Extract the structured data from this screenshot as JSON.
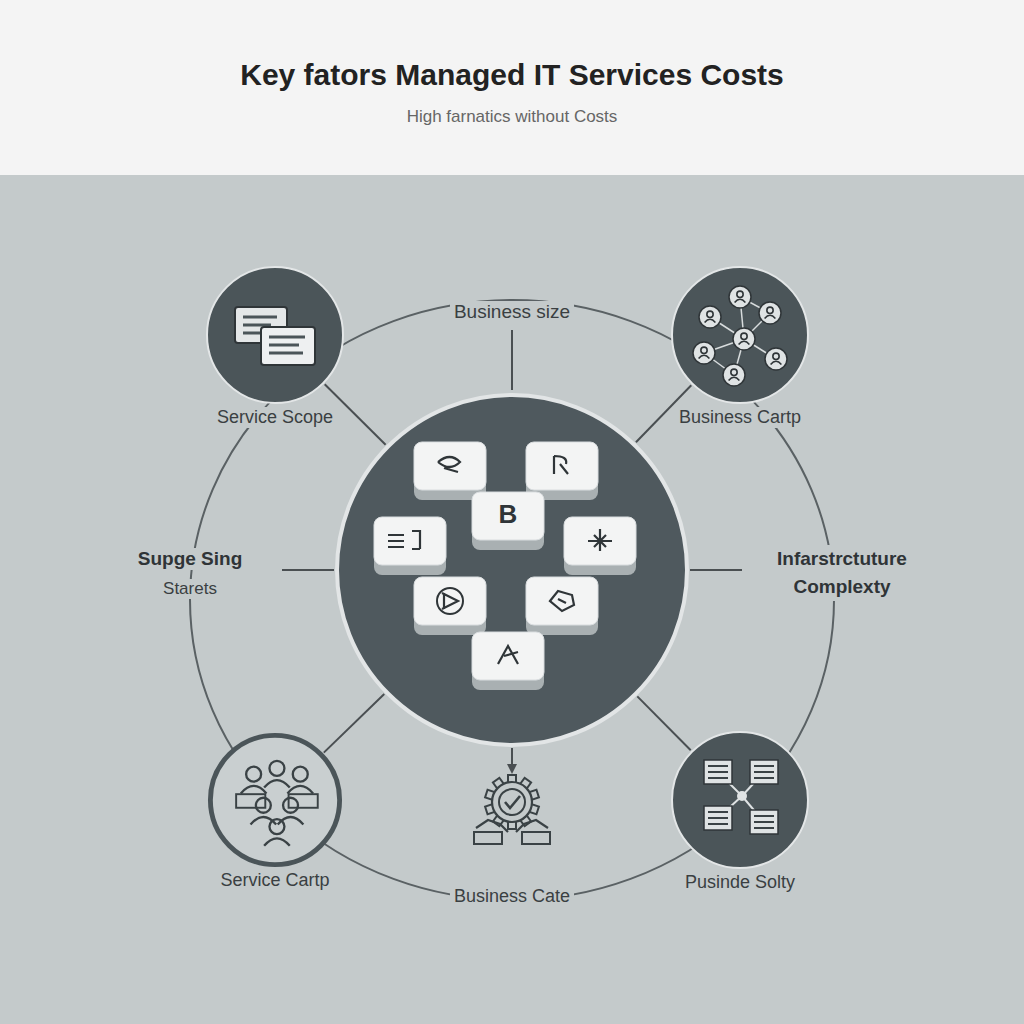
{
  "diagram": {
    "title": "Key fators Managed IT Services Costs",
    "nodes": [
      {
        "text": [
          "Service Scope"
        ]
      },
      {
        "text": [
          "Business Cartp"
        ]
      },
      {
        "text": [
          "B"
        ]
      },
      {
        "text": [
          "Service Cartp"
        ]
      },
      {
        "text": [
          "Business Cate"
        ]
      },
      {
        "text": [
          "Pusinde Solty"
        ]
      }
    ],
    "edges": [
      {
        "from": 2,
        "to": 0,
        "arrow": "none"
      },
      {
        "from": 2,
        "to": 1,
        "arrow": "none"
      },
      {
        "from": 2,
        "to": 3,
        "arrow": "none"
      },
      {
        "from": 2,
        "to": 5,
        "arrow": "none"
      },
      {
        "from": 2,
        "to": 4,
        "arrow": "to"
      }
    ],
    "labels": [
      "High farnatics without Costs",
      "Business size",
      "Supge Sing",
      "Starets",
      "Infarstrctuture Complexty"
    ]
  }
}
